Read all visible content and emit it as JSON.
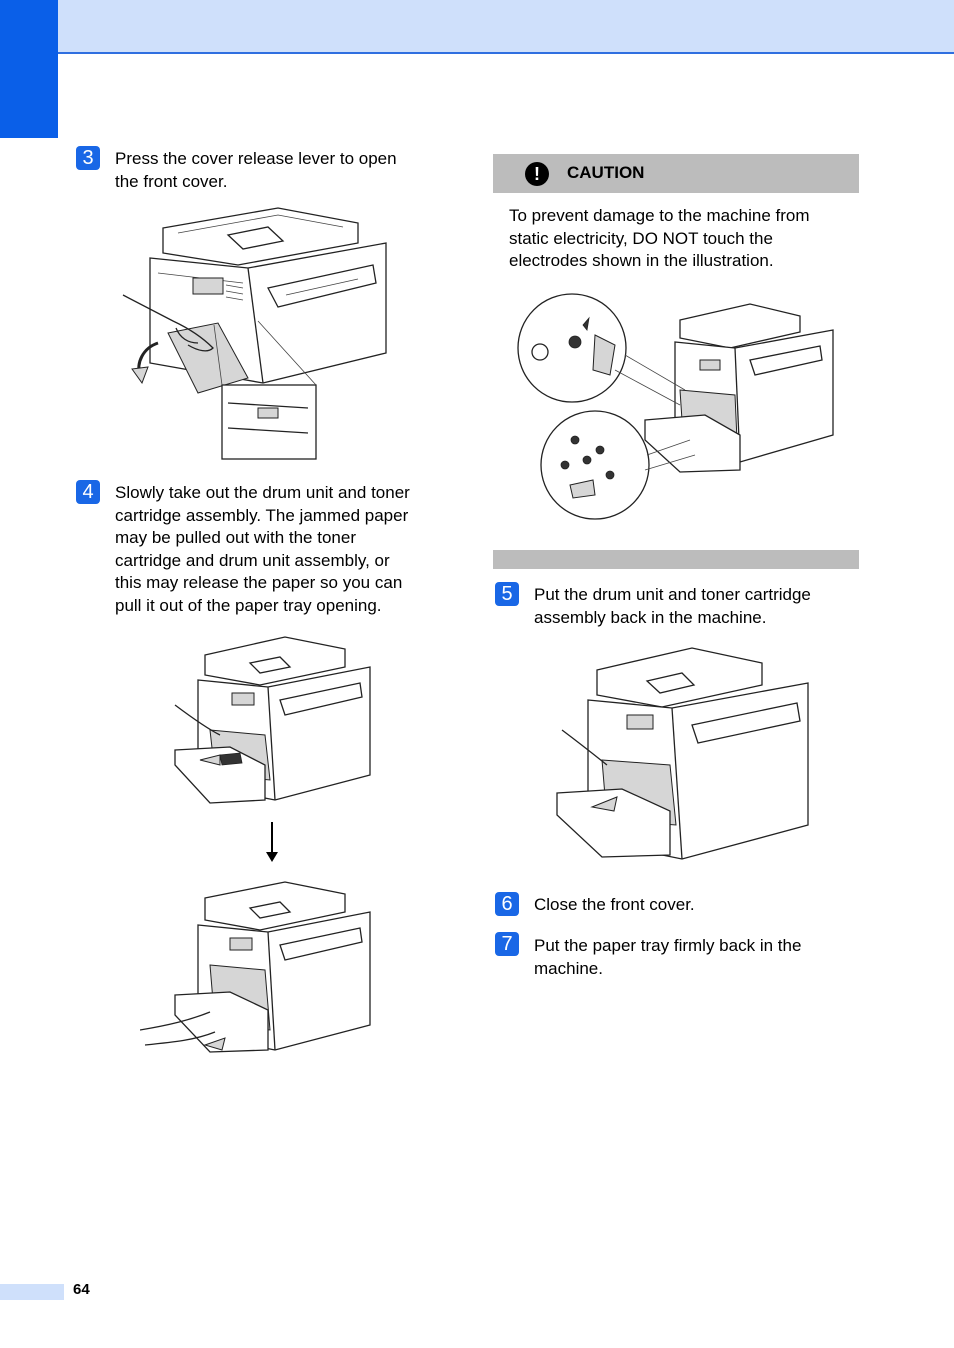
{
  "page": {
    "number": "64"
  },
  "steps": [
    {
      "num": "3",
      "text_lines": [
        "Press the cover release lever to open",
        "the front cover."
      ]
    },
    {
      "num": "4",
      "text_lines": [
        "Slowly take out the drum unit and toner",
        "cartridge assembly. The jammed paper",
        "may be pulled out with the toner",
        "cartridge and drum unit assembly, or",
        "this may release the paper so you can",
        "pull it out of the paper tray opening."
      ]
    },
    {
      "num": "5",
      "text_lines": [
        "Put the drum unit and toner cartridge",
        "assembly back in the machine."
      ]
    },
    {
      "num": "6",
      "text_lines": [
        "Close the front cover."
      ]
    },
    {
      "num": "7",
      "text_lines": [
        "Put the paper tray firmly back in the",
        "machine."
      ]
    }
  ],
  "caution": {
    "icon": "exclamation-icon",
    "title": "CAUTION",
    "body_lines": [
      "To prevent damage to the machine from",
      "static electricity, DO NOT touch the",
      "electrodes shown in the illustration."
    ]
  },
  "colors": {
    "accent_blue": "#1967e6",
    "header_band": "#cfe0fb",
    "side_tab": "#0a5fe8",
    "caution_gray": "#bcbcbc"
  }
}
